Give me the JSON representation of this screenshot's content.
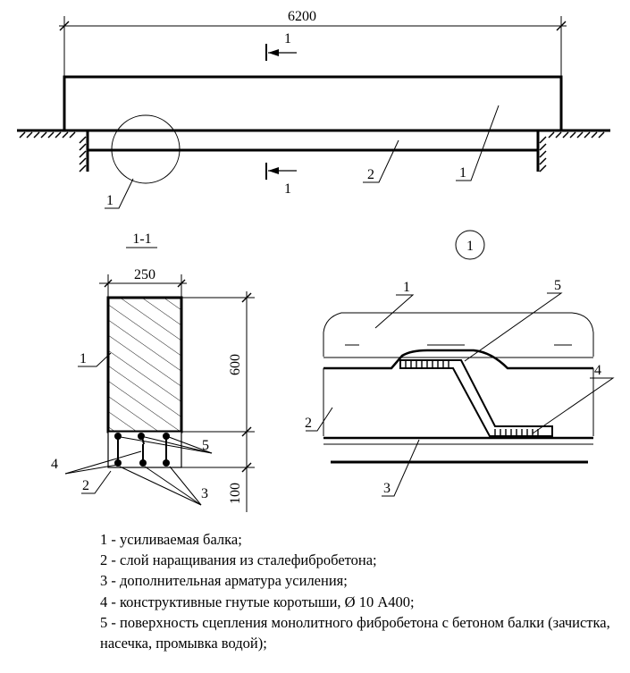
{
  "drawing": {
    "span_label": "6200",
    "section_mark": "1",
    "section_title": "1-1",
    "detail_mark": "1",
    "width_label": "250",
    "height_label": "600",
    "layer_label": "100",
    "callouts": {
      "beam": "1",
      "layer": "2",
      "rebar": "3",
      "bent_bar": "4",
      "interface": "5"
    }
  },
  "legend": [
    "1 - усиливаемая балка;",
    "2 - слой наращивания из сталефибробетона;",
    "3 - дополнительная арматура усиления;",
    "4 - конструктивные гнутые коротыши, Ø 10 А400;",
    "5 - поверхность сцепления монолитного фибробетона с бетоном балки (зачистка, насечка, промывка водой);"
  ]
}
